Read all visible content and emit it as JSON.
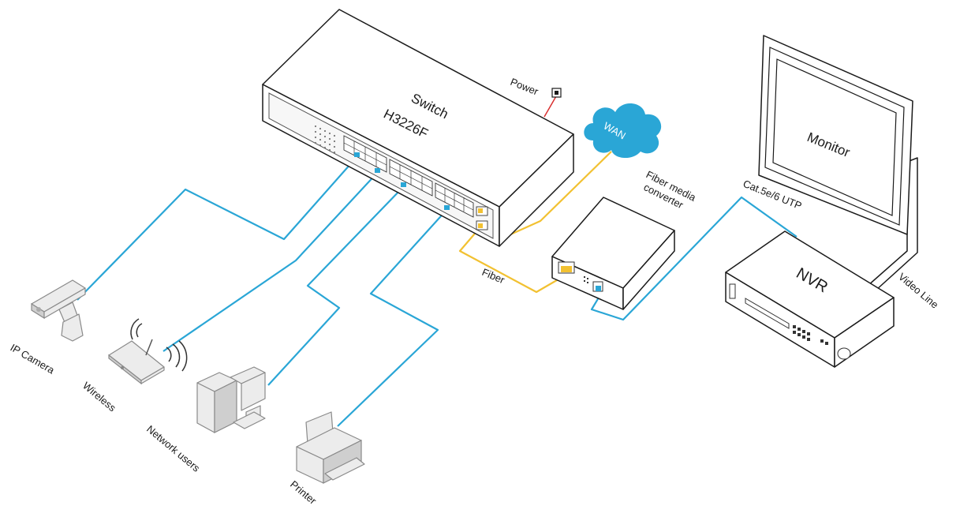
{
  "switch": {
    "name": "Switch",
    "model": "H3226F"
  },
  "labels": {
    "power": "Power",
    "wan": "WAN",
    "fiber": "Fiber",
    "fiber_media_converter_line1": "Fiber media",
    "fiber_media_converter_line2": "converter",
    "cat_cable": "Cat.5e/6 UTP",
    "monitor": "Monitor",
    "nvr": "NVR",
    "video_line": "Video Line",
    "ip_camera": "IP Camera",
    "wireless": "Wireless",
    "network_users": "Network users",
    "printer": "Printer"
  },
  "colors": {
    "ethernet_cable": "#2aa6d6",
    "fiber_cable": "#f2c131",
    "power_cable": "#d93030",
    "wan_cloud": "#2aa6d6"
  },
  "icons": [
    "ip-camera-icon",
    "wireless-router-icon",
    "desktop-pc-icon",
    "printer-icon",
    "cloud-icon",
    "power-socket-icon"
  ]
}
